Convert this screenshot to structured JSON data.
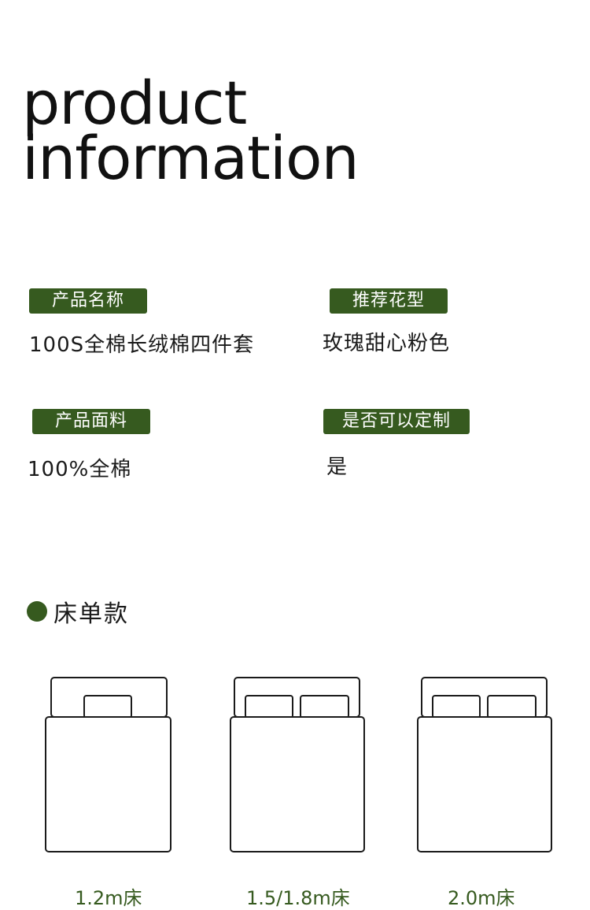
{
  "hero": {
    "line1": "product",
    "line2": "information"
  },
  "info": [
    {
      "label": "产品名称",
      "value": "100S全棉长绒棉四件套"
    },
    {
      "label": "推荐花型",
      "value": "玫瑰甜心粉色"
    },
    {
      "label": "产品面料",
      "value": "100%全棉"
    },
    {
      "label": "是否可以定制",
      "value": "是"
    }
  ],
  "section": {
    "title": "床单款"
  },
  "beds": [
    {
      "label": "1.2m床",
      "pillows": 1
    },
    {
      "label": "1.5/1.8m床",
      "pillows": 2
    },
    {
      "label": "2.0m床",
      "pillows": 2
    }
  ],
  "colors": {
    "accent": "#365a1f",
    "text": "#1a1a1a",
    "background": "#ffffff"
  }
}
